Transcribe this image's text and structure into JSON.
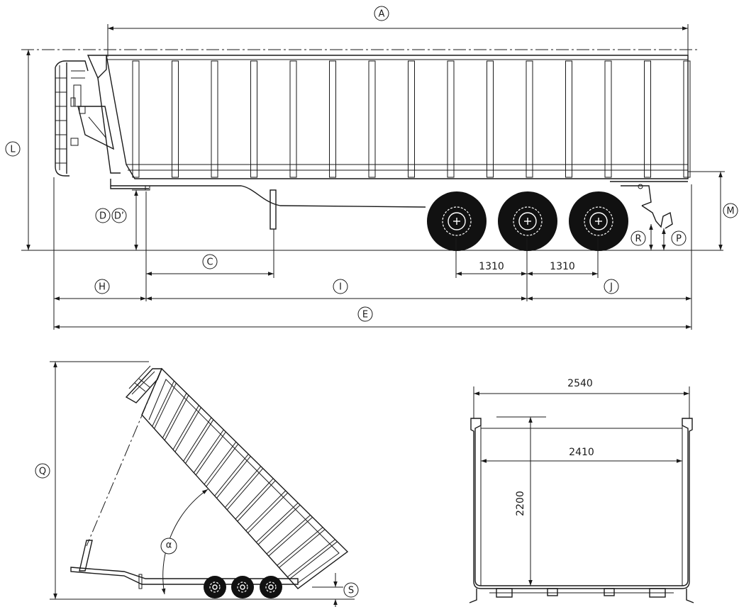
{
  "labels": {
    "A": "A",
    "L": "L",
    "M": "M",
    "D": "D",
    "D_prime": "D’",
    "C": "C",
    "H": "H",
    "I": "I",
    "J": "J",
    "E": "E",
    "R": "R",
    "P": "P",
    "Q": "Q",
    "alpha": "α",
    "S": "S"
  },
  "dimensions": {
    "axle_spacing_1": "1310",
    "axle_spacing_2": "1310",
    "outer_width": "2540",
    "inner_width": "2410",
    "inner_height": "2200"
  }
}
